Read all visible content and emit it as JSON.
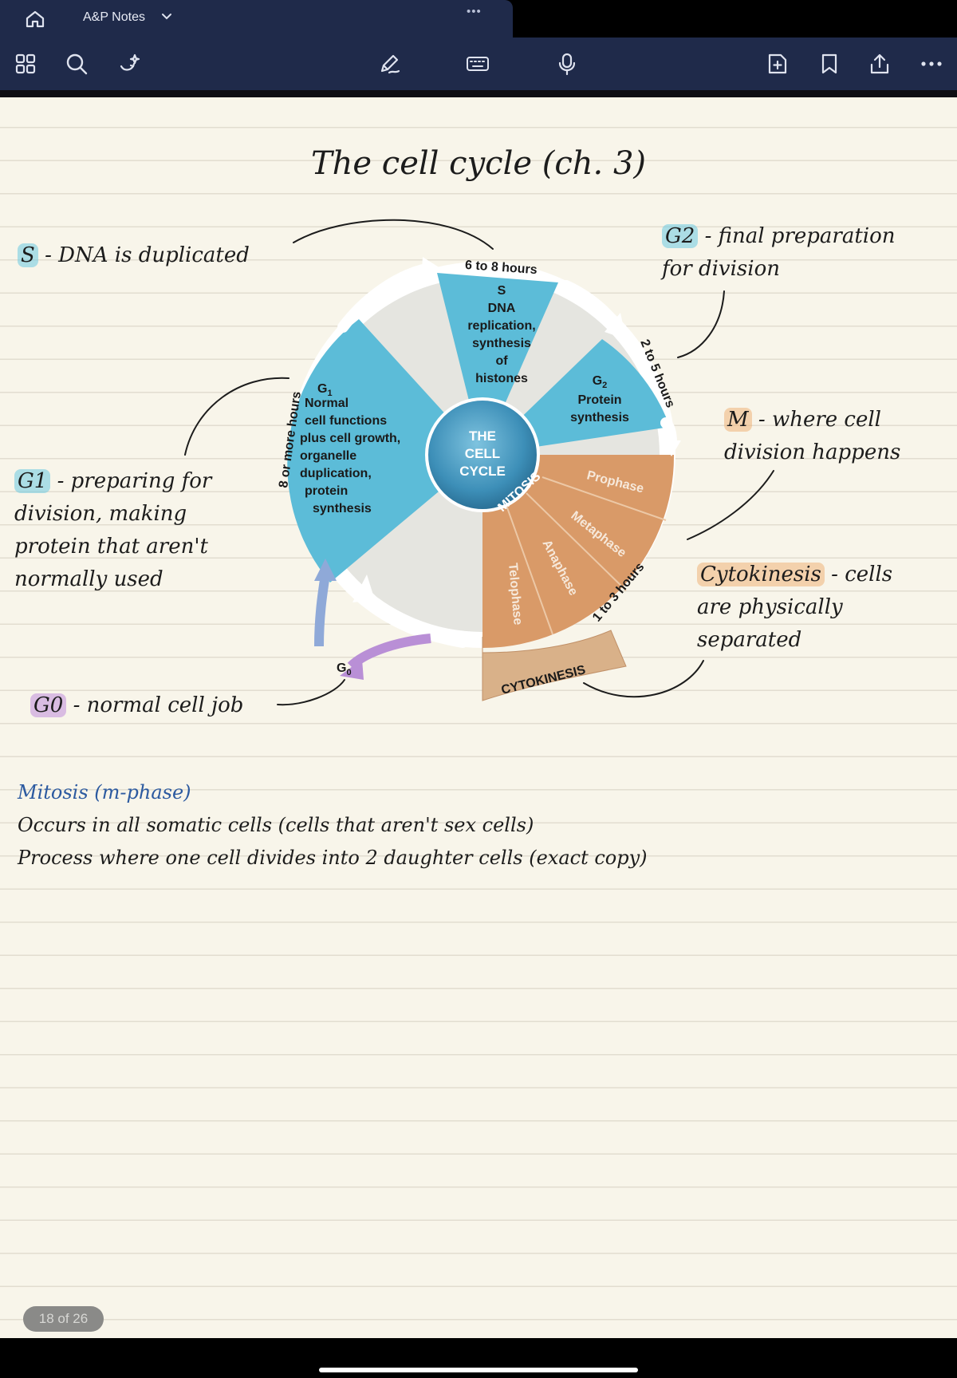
{
  "tab": {
    "title": "A&P Notes",
    "grip": "•••"
  },
  "toolbar": {
    "icons": [
      "home-icon",
      "grid-icon",
      "search-icon",
      "ai-sparkle-icon",
      "pen-icon",
      "keyboard-icon",
      "microphone-icon",
      "add-page-icon",
      "bookmark-icon",
      "share-icon",
      "more-icon"
    ]
  },
  "note": {
    "title": "The cell cycle (ch. 3)",
    "annotations": {
      "s": {
        "term": "S",
        "text": "- DNA is duplicated"
      },
      "g2": {
        "term": "G2",
        "line1": "- final preparation",
        "line2": "for division"
      },
      "m": {
        "term": "M",
        "line1": "- where cell",
        "line2": "division happens"
      },
      "g1": {
        "term": "G1",
        "line1": "- preparing for",
        "line2": "division, making",
        "line3": "protein that aren't",
        "line4": "normally used"
      },
      "cytokinesis": {
        "term": "Cytokinesis",
        "line1": "- cells",
        "line2": "are physically",
        "line3": "separated"
      },
      "g0": {
        "term": "G0",
        "text": "- normal cell job"
      }
    },
    "mitosis_heading": "Mitosis (m-phase)",
    "line1": "Occurs in all somatic cells (cells that aren't sex cells)",
    "line2": "Process where one cell divides into 2 daughter cells (exact copy)"
  },
  "diagram": {
    "center": {
      "line1": "THE",
      "line2": "CELL",
      "line3": "CYCLE"
    },
    "s_phase": {
      "letter": "S",
      "lines": [
        "DNA",
        "replication,",
        "synthesis",
        "of",
        "histones"
      ],
      "duration": "6 to 8 hours"
    },
    "g2_phase": {
      "letter": "G",
      "sub": "2",
      "lines": [
        "Protein",
        "synthesis"
      ],
      "duration": "2 to 5 hours"
    },
    "g1_phase": {
      "letter": "G",
      "sub": "1",
      "lines": [
        "Normal",
        "cell functions",
        "plus cell growth,",
        "organelle",
        "duplication,",
        "protein",
        "synthesis"
      ],
      "duration": "8 or more hours"
    },
    "mitosis": {
      "label": "MITOSIS",
      "phases": [
        "Prophase",
        "Metaphase",
        "Anaphase",
        "Telophase"
      ],
      "duration": "1 to 3 hours"
    },
    "cytokinesis_label": "CYTOKINESIS",
    "g0": {
      "letter": "G",
      "sub": "0"
    },
    "colors": {
      "blue": "#5cbcd8",
      "orange": "#d99a68",
      "grey": "#e4e4e0",
      "ring": "#ffffff"
    }
  },
  "page_indicator": "18 of 26"
}
